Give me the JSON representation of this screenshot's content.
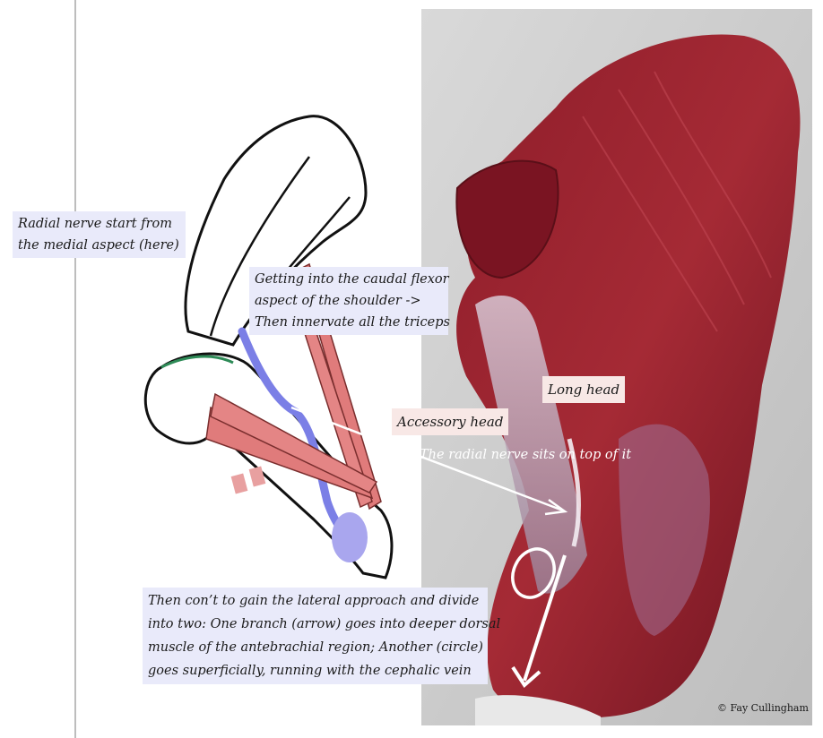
{
  "callouts": {
    "radial_start": [
      "Radial nerve start from",
      "the medial aspect (here)"
    ],
    "caudal_flexor": [
      "Getting into the caudal flexor",
      "aspect of the shoulder ->",
      "Then innervate all the triceps"
    ],
    "lateral_approach": [
      "Then con’t to gain the lateral approach and divide",
      "into two: One branch (arrow) goes into deeper dorsal",
      "muscle of the antebrachial region; Another (circle)",
      "goes superficially, running with the cephalic vein"
    ]
  },
  "labels": {
    "long_head": "Long head",
    "accessory_head": "Accessory head",
    "nerve_note": "The radial nerve sits on top of it"
  },
  "credit": "© Fay Cullingham",
  "colors": {
    "muscle": "#9b2230",
    "nerve_diagram": "#7b7fe6",
    "muscle_diagram": "#e07b7b",
    "callout_bg": "#e9eafa",
    "label_bg": "#f8e8e6"
  }
}
